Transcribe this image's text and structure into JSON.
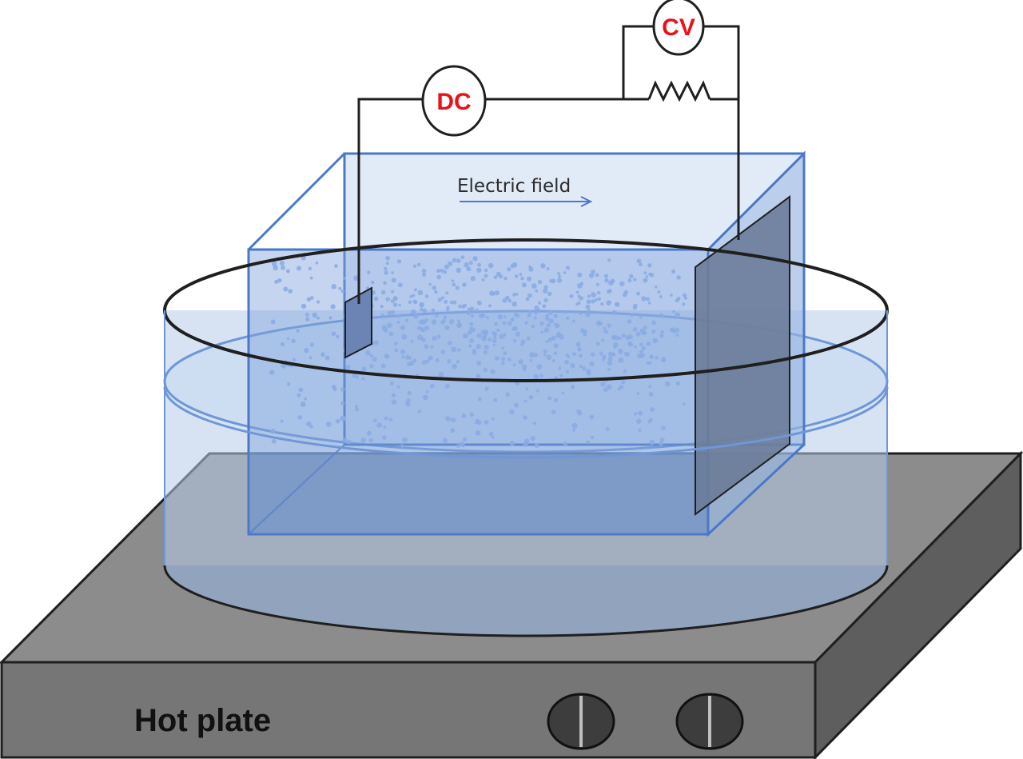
{
  "labels": {
    "dc_meter": "DC",
    "cv_meter": "CV",
    "electric_field": "Electric field",
    "hot_plate": "Hot plate"
  },
  "colors": {
    "meter_text": "#e8121b",
    "wire": "#1f1f1f",
    "tank_edge": "#4a78c8",
    "tank_fill": "#8fb0e0",
    "water": "#bcd2ee",
    "particle": "#8fb3ea",
    "electrode": "#6b7c99",
    "hot_plate_top": "#8c8c8c",
    "hot_plate_front": "#6f6f6f",
    "knob": "#3d3d3d",
    "field_arrow": "#4a78c8"
  },
  "icons": {
    "knob_left": "knob-icon",
    "knob_right": "knob-icon",
    "resistor": "resistor-icon",
    "field_arrow": "arrow-right-icon"
  }
}
